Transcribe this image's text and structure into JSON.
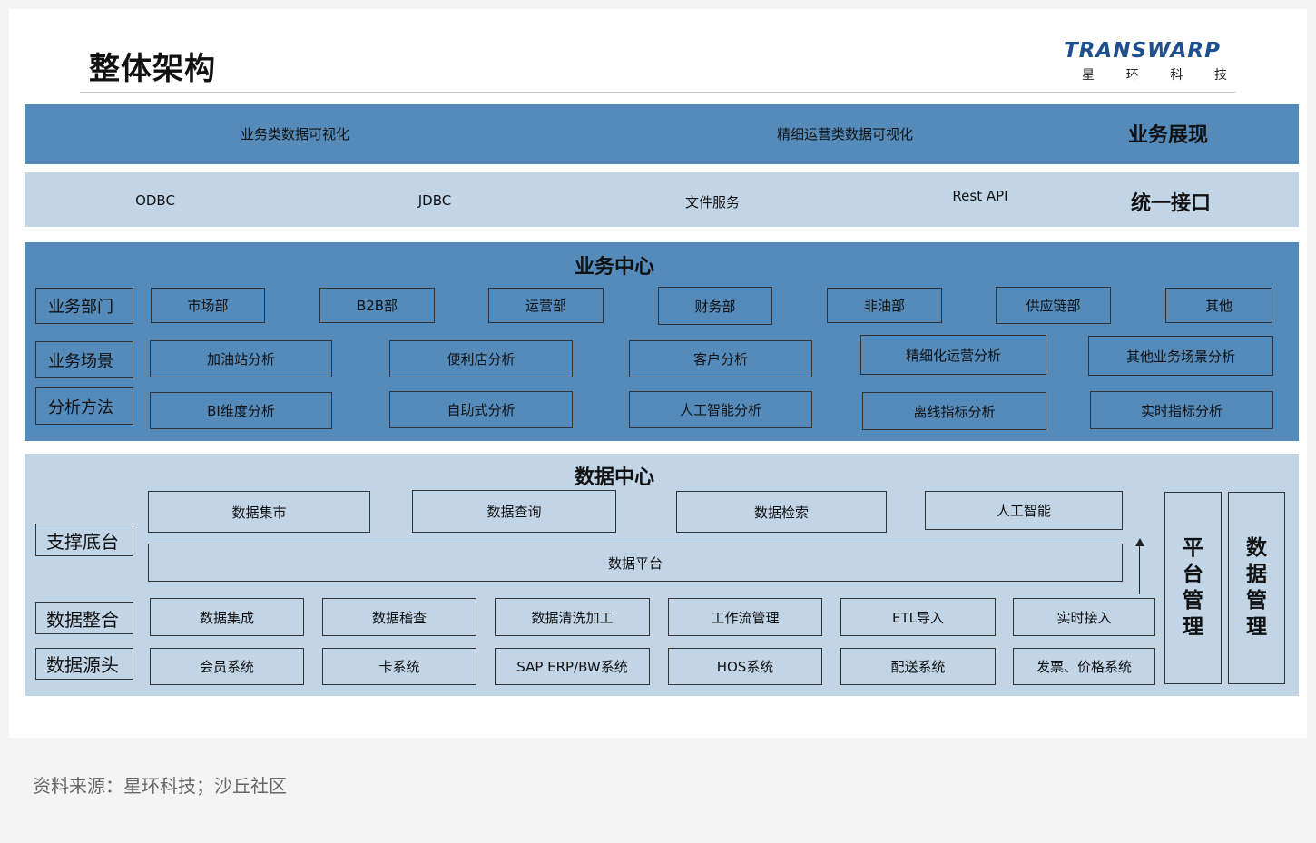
{
  "header": {
    "title": "整体架构",
    "logo_text": "TRANSWARP",
    "logo_subtitle": [
      "星",
      "环",
      "科",
      "技"
    ]
  },
  "business_display": {
    "items": [
      "业务类数据可视化",
      "精细运营类数据可视化"
    ],
    "title": "业务展现"
  },
  "unified_interface": {
    "items": [
      "ODBC",
      "JDBC",
      "文件服务",
      "Rest API"
    ],
    "title": "统一接口"
  },
  "business_center": {
    "title": "业务中心",
    "rows": [
      {
        "label": "业务部门",
        "items": [
          "市场部",
          "B2B部",
          "运营部",
          "财务部",
          "非油部",
          "供应链部",
          "其他"
        ]
      },
      {
        "label": "业务场景",
        "items": [
          "加油站分析",
          "便利店分析",
          "客户分析",
          "精细化运营分析",
          "其他业务场景分析"
        ]
      },
      {
        "label": "分析方法",
        "items": [
          "BI维度分析",
          "自助式分析",
          "人工智能分析",
          "离线指标分析",
          "实时指标分析"
        ]
      }
    ]
  },
  "data_center": {
    "title": "数据中心",
    "support_label": "支撑底台",
    "services": [
      "数据集市",
      "数据查询",
      "数据检索",
      "人工智能"
    ],
    "platform": "数据平台",
    "integration_label": "数据整合",
    "integration": [
      "数据集成",
      "数据稽查",
      "数据清洗加工",
      "工作流管理",
      "ETL导入",
      "实时接入"
    ],
    "source_label": "数据源头",
    "sources": [
      "会员系统",
      "卡系统",
      "SAP ERP/BW系统",
      "HOS系统",
      "配送系统",
      "发票、价格系统"
    ],
    "platform_management": [
      "平",
      "台",
      "管",
      "理"
    ],
    "data_management": [
      "数",
      "据",
      "管",
      "理"
    ]
  },
  "footer": {
    "source": "资料来源：星环科技；沙丘社区"
  }
}
